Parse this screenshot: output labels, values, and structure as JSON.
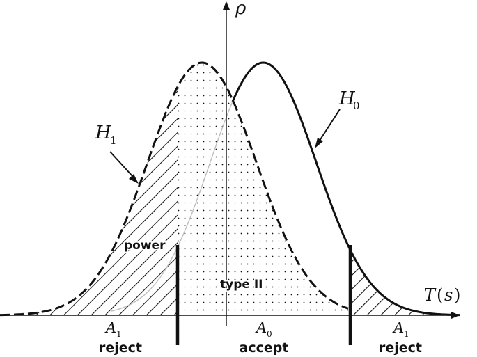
{
  "axes": {
    "y_label": "ρ",
    "x_label": "T",
    "x_label_paren_open": "(",
    "x_label_var": "s",
    "x_label_paren_close": ")"
  },
  "curves": {
    "h0": {
      "symbol": "H",
      "subscript": "0",
      "style": "solid"
    },
    "h1": {
      "symbol": "H",
      "subscript": "1",
      "style": "dashed"
    }
  },
  "regions": {
    "left": {
      "symbol": "A",
      "subscript": "1",
      "label": "reject",
      "hatch": "diagonal"
    },
    "middle": {
      "symbol": "A",
      "subscript": "0",
      "label": "accept",
      "hatch": "dotted"
    },
    "right": {
      "symbol": "A",
      "subscript": "1",
      "label": "reject",
      "hatch": "diagonal"
    }
  },
  "annotations": {
    "power": "power",
    "type_ii": "type II"
  },
  "colors": {
    "ink": "#111111",
    "background": "#ffffff"
  }
}
